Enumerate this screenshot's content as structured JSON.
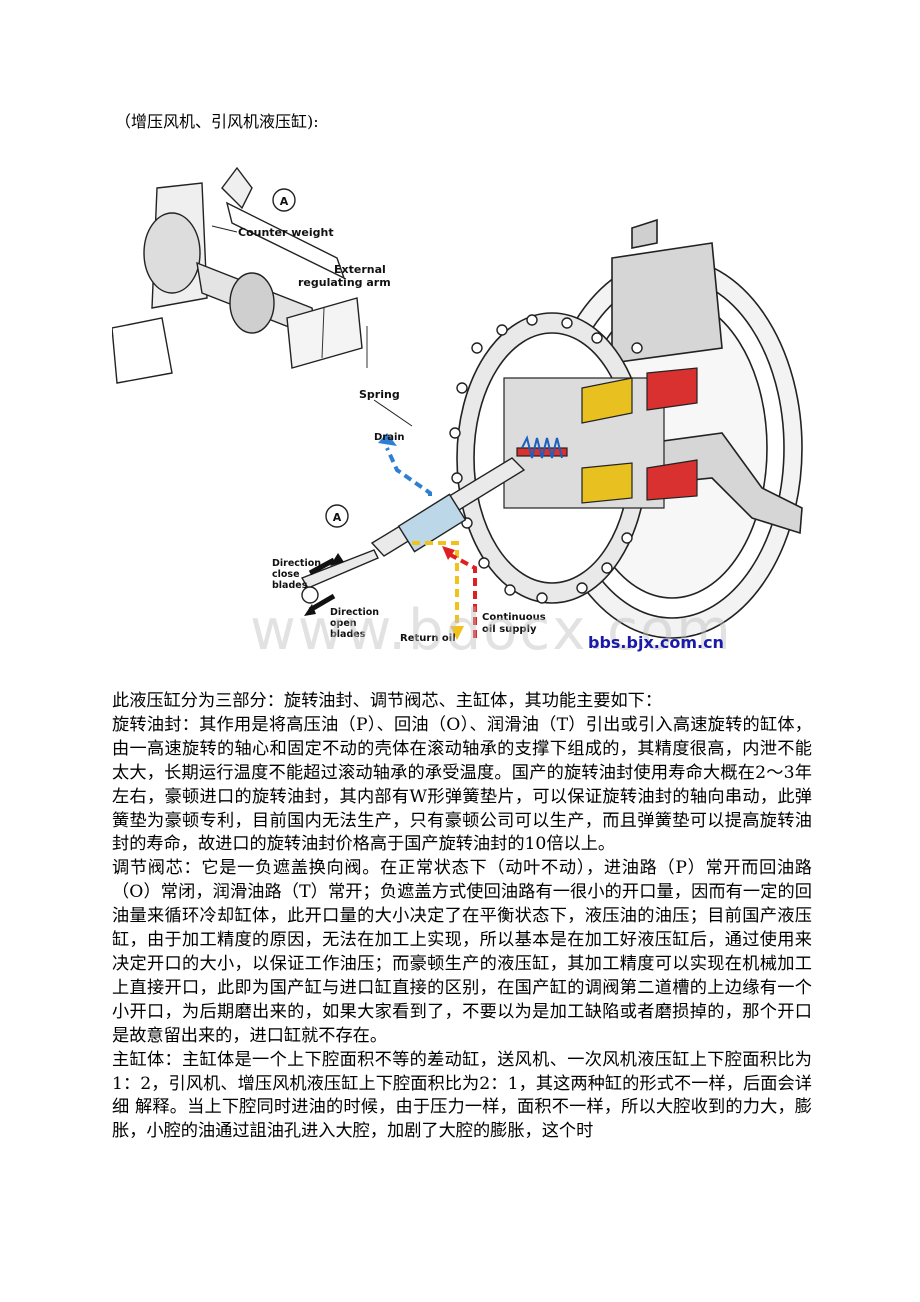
{
  "caption": "（增压风机、引风机液压缸):",
  "figure": {
    "labels": {
      "marker_a": "A",
      "counter_weight": "Counter weight",
      "external_arm_1": "External",
      "external_arm_2": "regulating arm",
      "spring": "Spring",
      "drain": "Drain",
      "dir_close_1": "Direction",
      "dir_close_2": "close",
      "dir_close_3": "blades",
      "dir_open_1": "Direction",
      "dir_open_2": "open",
      "dir_open_3": "blades",
      "return_oil": "Return oil",
      "cont_1": "Continuous",
      "cont_2": "oil supply"
    },
    "site": "bbs.bjx.com.cn",
    "watermark": "www.bdocx.com",
    "colors": {
      "drain_arrow": "#2e7fd1",
      "return_arrow": "#f2c21b",
      "supply_arrow": "#e02020",
      "site_text": "#1a1aa8"
    }
  },
  "paragraphs": [
    "此液压缸分为三部分：旋转油封、调节阀芯、主缸体，其功能主要如下：",
    "旋转油封：其作用是将高压油（P）、回油（O）、润滑油（T）引出或引入高速旋转的缸体，由一高速旋转的轴心和固定不动的壳体在滚动轴承的支撑下组成的，其精度很高，内泄不能太大，长期运行温度不能超过滚动轴承的承受温度。国产的旋转油封使用寿命大概在2～3年左右，豪顿进口的旋转油封，其内部有W形弹簧垫片，可以保证旋转油封的轴向串动，此弹簧垫为豪顿专利，目前国内无法生产，只有豪顿公司可以生产，而且弹簧垫可以提高旋转油封的寿命，故进口的旋转油封价格高于国产旋转油封的10倍以上。",
    "调节阀芯：它是一负遮盖换向阀。在正常状态下（动叶不动），进油路（P）常开而回油路（O）常闭，润滑油路（T）常开；负遮盖方式使回油路有一很小的开口量，因而有一定的回油量来循环冷却缸体，此开口量的大小决定了在平衡状态下，液压油的油压；目前国产液压缸，由于加工精度的原因，无法在加工上实现，所以基本是在加工好液压缸后，通过使用来决定开口的大小，以保证工作油压；而豪顿生产的液压缸，其加工精度可以实现在机械加工上直接开口，此即为国产缸与进口缸直接的区别，在国产缸的调阀第二道槽的上边缘有一个小开口，为后期磨出来的，如果大家看到了，不要以为是加工缺陷或者磨损掉的，那个开口是故意留出来的，进口缸就不存在。",
    "主缸体：主缸体是一个上下腔面积不等的差动缸，送风机、一次风机液压缸上下腔面积比为1：2，引风机、增压风机液压缸上下腔面积比为2：1，其这两种缸的形式不一样，后面会详细 解释。当上下腔同时进油的时候，由于压力一样，面积不一样，所以大腔收到的力大，膨胀，小腔的油通过詛油孔进入大腔，加剧了大腔的膨胀，这个时"
  ]
}
